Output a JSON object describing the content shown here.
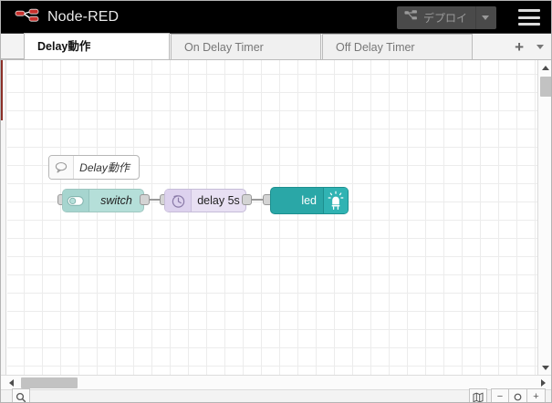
{
  "app": {
    "title": "Node-RED",
    "logo_icon": "node-red-logo-icon"
  },
  "header": {
    "deploy": {
      "label": "デプロイ",
      "icon": "deploy-icon",
      "caret_icon": "chevron-down-icon",
      "enabled": false
    },
    "menu": {
      "icon": "hamburger-menu-icon"
    }
  },
  "tabs": {
    "items": [
      {
        "label": "Delay動作",
        "active": true
      },
      {
        "label": "On Delay Timer",
        "active": false
      },
      {
        "label": "Off Delay Timer",
        "active": false
      }
    ],
    "add_label": "+",
    "add_icon": "plus-icon",
    "menu_icon": "chevron-down-icon"
  },
  "flow": {
    "nodes": [
      {
        "id": "comment",
        "type": "comment",
        "label": "Delay動作",
        "icon": "comment-bubble-icon",
        "color": "#ffffff"
      },
      {
        "id": "switch",
        "type": "switch",
        "label": "switch",
        "icon": "toggle-switch-icon",
        "color": "#b5dfd9"
      },
      {
        "id": "delay",
        "type": "delay",
        "label": "delay 5s",
        "icon": "clock-icon",
        "color": "#e8e0f3"
      },
      {
        "id": "led",
        "type": "led",
        "label": "led",
        "icon": "led-bulb-icon",
        "color": "#2aa7a7"
      }
    ]
  },
  "scrollbars": {
    "vertical": {
      "up_icon": "chevron-up-icon",
      "down_icon": "chevron-down-icon"
    },
    "horizontal": {
      "left_icon": "chevron-left-icon",
      "right_icon": "chevron-right-icon"
    }
  },
  "statusbar": {
    "search_icon": "search-icon",
    "navigator_icon": "map-navigator-icon",
    "zoom_out_label": "−",
    "zoom_reset_label": "○",
    "zoom_in_label": "+"
  }
}
